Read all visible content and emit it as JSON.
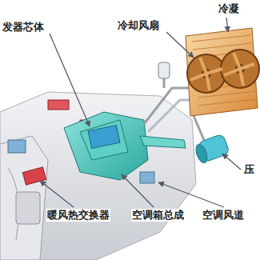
{
  "diagram": {
    "labels": [
      "发器芯体",
      "冷却风扇",
      "冷凝",
      "压",
      "暖风热交换器",
      "空调箱总成",
      "空调风道"
    ]
  }
}
